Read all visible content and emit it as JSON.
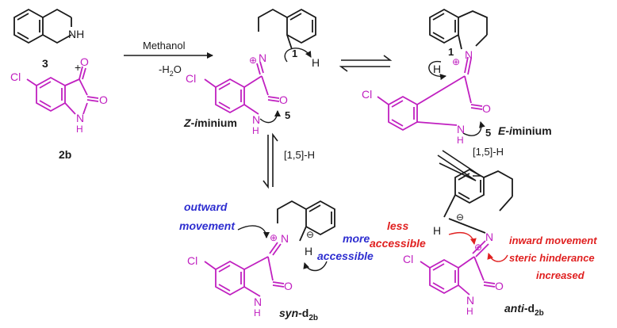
{
  "reactants": {
    "compound3": {
      "label": "3",
      "nh": "NH"
    },
    "plus": "+",
    "compound2b": {
      "label": "2b",
      "cl": "Cl",
      "nh": "N",
      "h": "H",
      "o1": "O",
      "o2": "O"
    }
  },
  "conditions": {
    "solvent": "Methanol",
    "byproduct": "-H",
    "sub": "2",
    "tail": "O"
  },
  "z_iminium": {
    "name_z": "Z",
    "name_dash": "-",
    "name_i": "i",
    "name_rest": "minium",
    "cl": "Cl",
    "n": "N",
    "plus": "⊕",
    "arrow1": "1",
    "h": "H",
    "arrow5": "5",
    "nh": "N",
    "nh_h": "H",
    "o": "O"
  },
  "e_iminium": {
    "name_e": "E",
    "name_dash": "-",
    "name_i": "i",
    "name_rest": "minium",
    "cl": "Cl",
    "n": "N",
    "plus": "⊕",
    "arrow1": "1",
    "h": "H",
    "arrow5": "5",
    "nh": "N",
    "nh_h": "H",
    "o": "O"
  },
  "shift_z": "[1,5]-H",
  "shift_e": "[1,5]-H",
  "syn": {
    "name": "syn",
    "name_d": "-d",
    "sub": "2b",
    "cl": "Cl",
    "n": "N",
    "plus": "⊕",
    "minus": "⊖",
    "h": "H",
    "nh": "N",
    "nh_h": "H",
    "o": "O",
    "note_outward_1": "outward",
    "note_outward_2": "movement",
    "note_more_1": "more",
    "note_more_2": "accessible"
  },
  "anti": {
    "name": "anti",
    "name_d": "-d",
    "sub": "2b",
    "cl": "Cl",
    "n": "N",
    "plus": "⊕",
    "minus": "⊖",
    "h": "H",
    "nh": "N",
    "nh_h": "H",
    "o": "O",
    "note_less_1": "less",
    "note_less_2": "accessible",
    "note_inward_1": "inward movement",
    "note_inward_2": "steric hinderance",
    "note_inward_3": "increased"
  },
  "colors": {
    "bond": "#1a1a1a",
    "magenta": "#c020c0",
    "blue_note": "#2e2ed0",
    "red_note": "#e02020"
  }
}
